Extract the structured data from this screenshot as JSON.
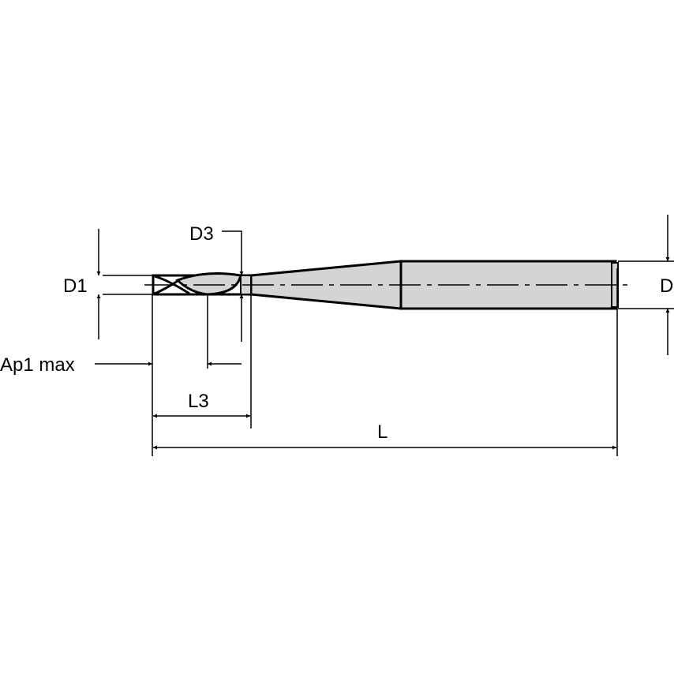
{
  "labels": {
    "d1": "D1",
    "d3": "D3",
    "d": "D",
    "ap1max": "Ap1 max",
    "l3": "L3",
    "l": "L"
  },
  "colors": {
    "body_fill": "#d4d4d4",
    "line": "#000000",
    "background": "#ffffff"
  }
}
